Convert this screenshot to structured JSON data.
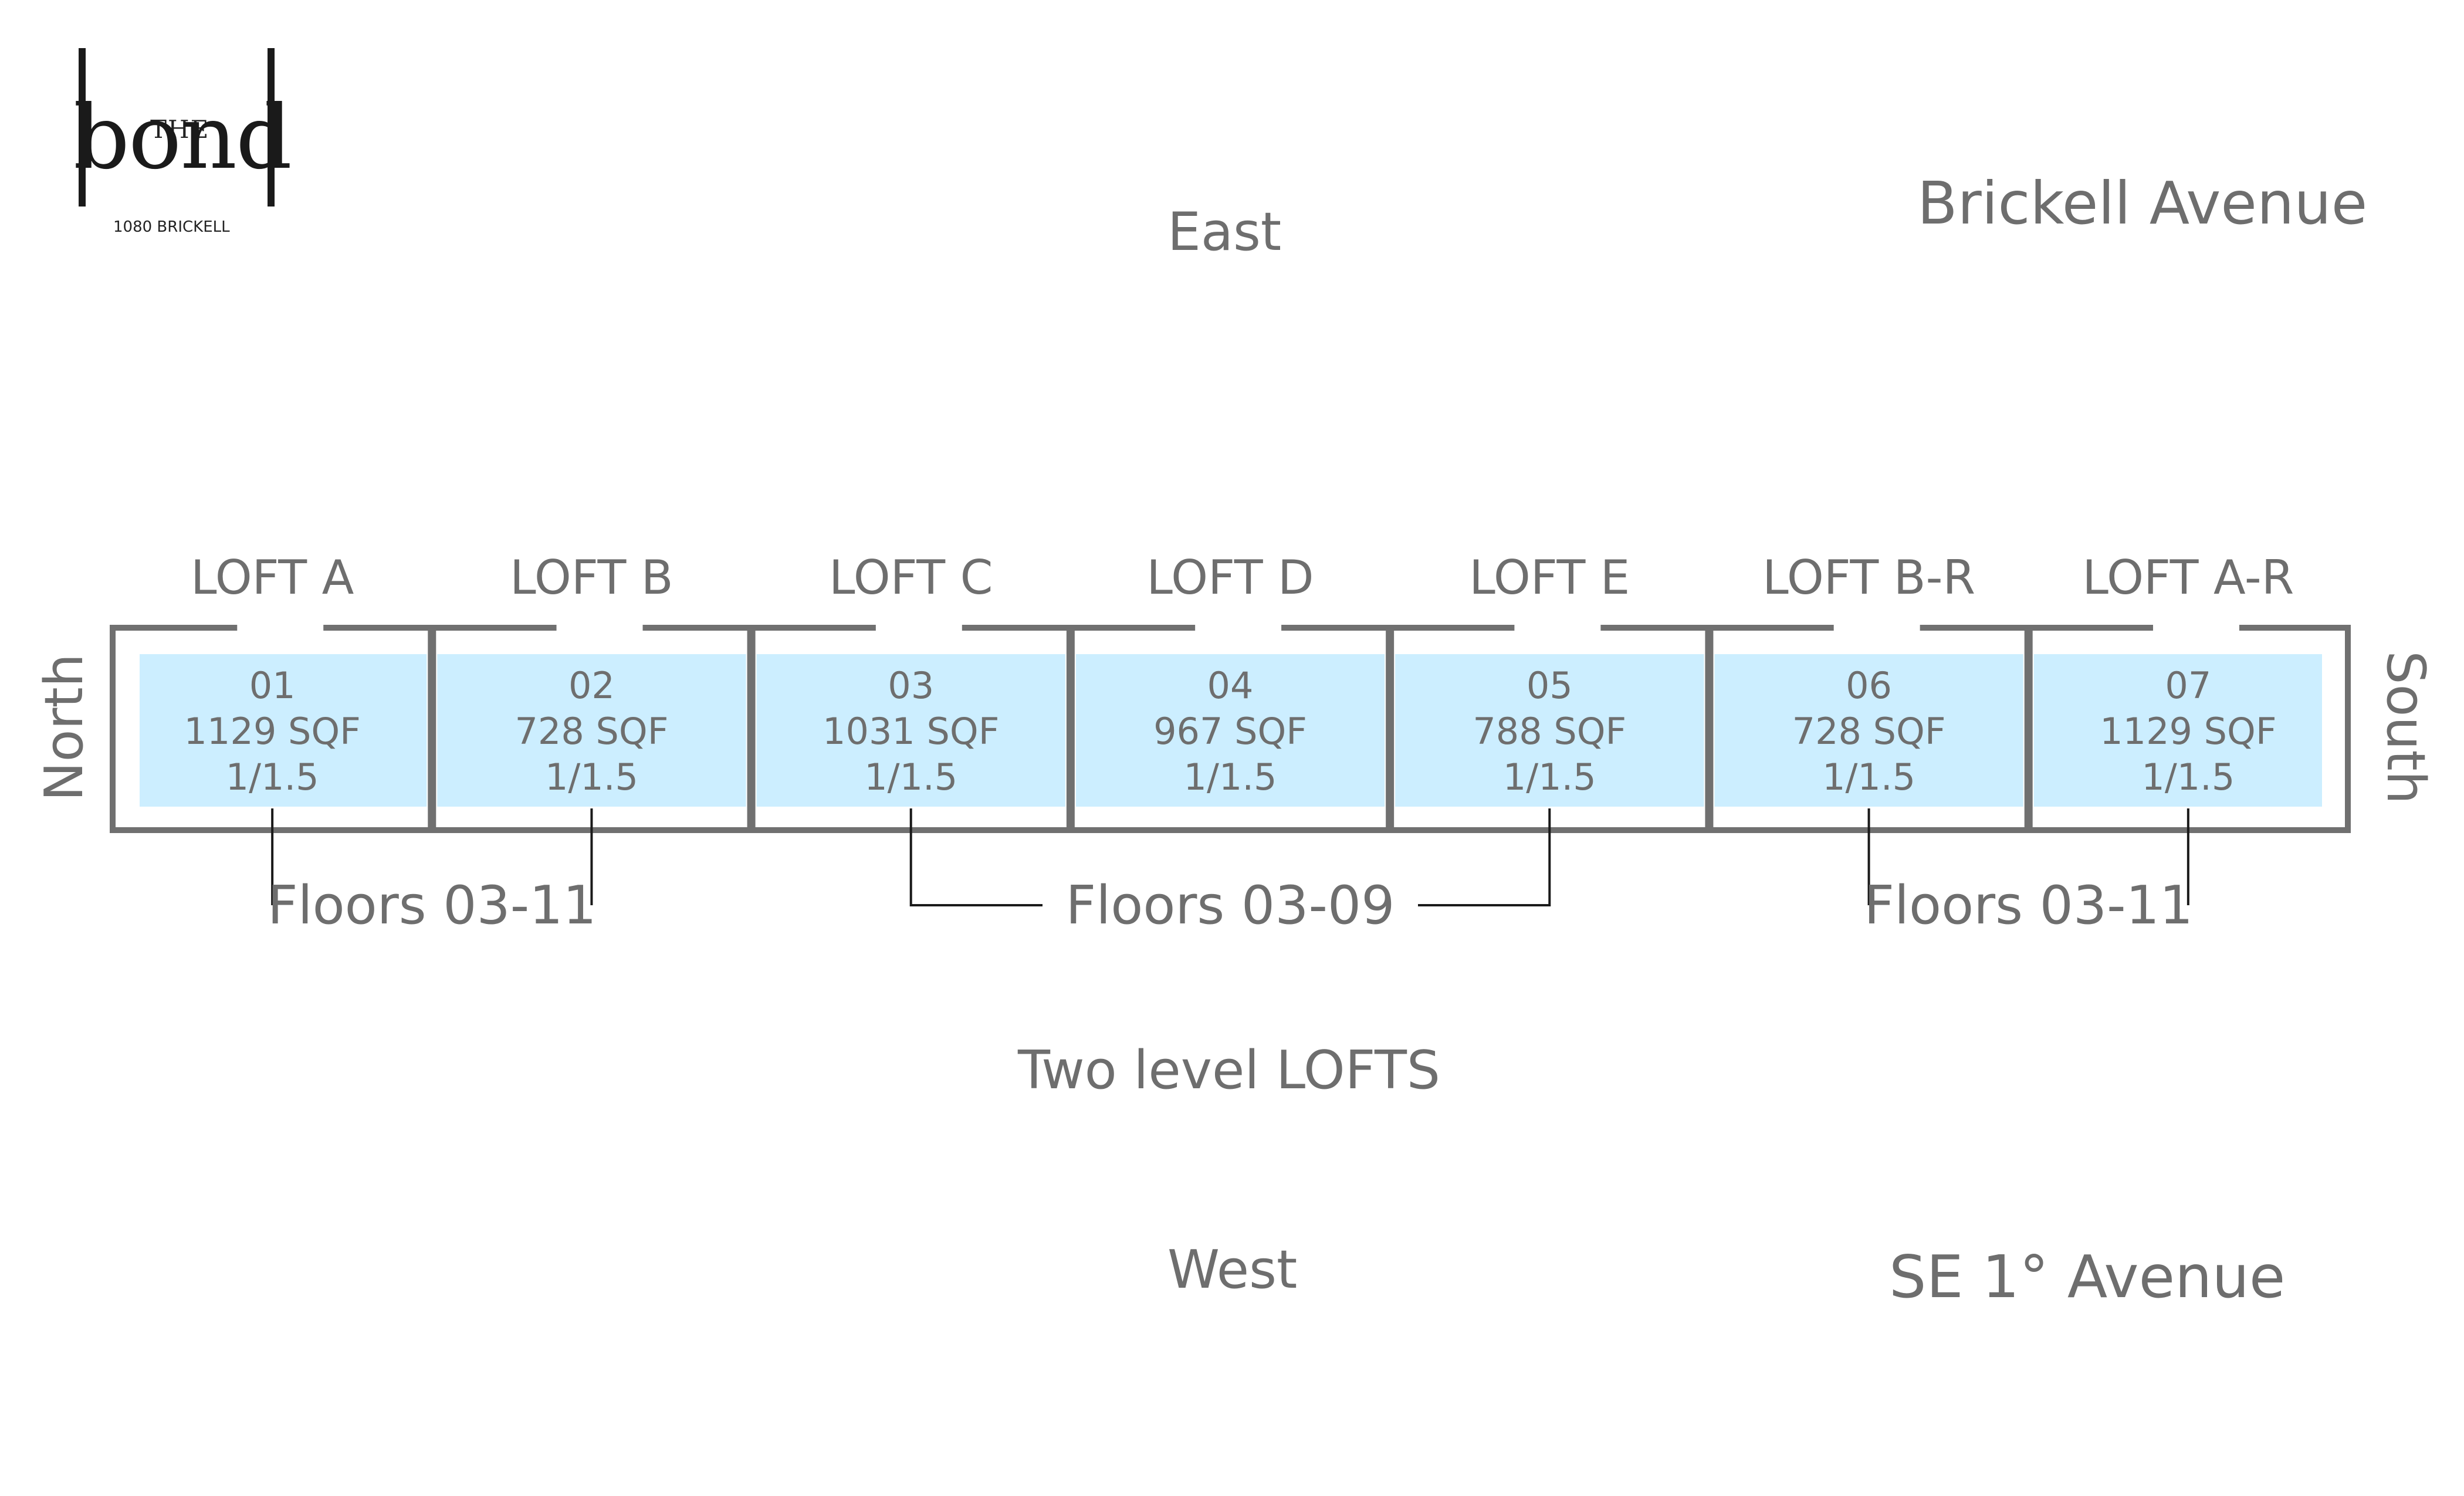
{
  "logo": {
    "the": "THE",
    "bond": "bond",
    "address": "1080 BRICKELL"
  },
  "compass": {
    "east": "East",
    "west": "West",
    "north": "North",
    "south": "South"
  },
  "streets": {
    "top": "Brickell Avenue",
    "bottom": "SE 1° Avenue"
  },
  "caption": "Two level LOFTS",
  "units": [
    {
      "loft": "LOFT A",
      "number": "01",
      "area": "1129 SQF",
      "beds": "1/1.5"
    },
    {
      "loft": "LOFT B",
      "number": "02",
      "area": "728 SQF",
      "beds": "1/1.5"
    },
    {
      "loft": "LOFT C",
      "number": "03",
      "area": "1031 SQF",
      "beds": "1/1.5"
    },
    {
      "loft": "LOFT D",
      "number": "04",
      "area": "967 SQF",
      "beds": "1/1.5"
    },
    {
      "loft": "LOFT E",
      "number": "05",
      "area": "788 SQF",
      "beds": "1/1.5"
    },
    {
      "loft": "LOFT B-R",
      "number": "06",
      "area": "728 SQF",
      "beds": "1/1.5"
    },
    {
      "loft": "LOFT A-R",
      "number": "07",
      "area": "1129 SQF",
      "beds": "1/1.5"
    }
  ],
  "floor_groups": [
    {
      "label": "Floors 03-11",
      "from_unit": 0,
      "to_unit": 1
    },
    {
      "label": "Floors 03-09",
      "from_unit": 2,
      "to_unit": 4
    },
    {
      "label": "Floors 03-11",
      "from_unit": 5,
      "to_unit": 6
    }
  ],
  "colors": {
    "text": "#6e6e6e",
    "frame": "#707070",
    "unit_fill": "#cceeff",
    "bracket": "#1a1a1a"
  }
}
